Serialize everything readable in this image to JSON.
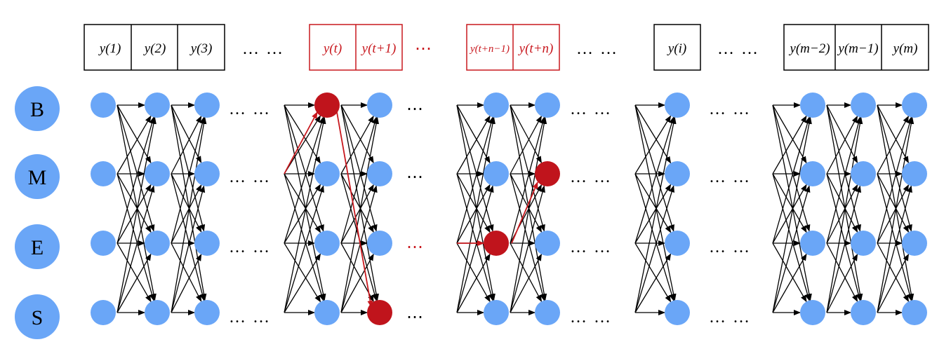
{
  "states": [
    "B",
    "M",
    "E",
    "S"
  ],
  "colors": {
    "node": "#6aa6f7",
    "highlight": "#c0141c",
    "edge": "#000000",
    "highlight_edge": "#c8181e"
  },
  "label_boxes": [
    {
      "cells": [
        "y(1)",
        "y(2)",
        "y(3)"
      ],
      "highlight": false
    },
    {
      "cells": [
        "y(t)",
        "y(t+1)"
      ],
      "highlight": true
    },
    {
      "cells": [
        "y(t+n−1)",
        "y(t+n)"
      ],
      "highlight": true
    },
    {
      "cells": [
        "y(i)"
      ],
      "highlight": false
    },
    {
      "cells": [
        "y(m−2)",
        "y(m−1)",
        "y(m)"
      ],
      "highlight": false
    }
  ],
  "ellipses": [
    {
      "text": "… …",
      "highlight": false
    },
    {
      "text": "⋯",
      "highlight": true
    },
    {
      "text": "… …",
      "highlight": false
    },
    {
      "text": "… …",
      "highlight": false
    }
  ],
  "row_ellipses": {
    "gap1": "… …",
    "gap2": "⋯",
    "gap3": "… …",
    "gap4": "… …"
  },
  "highlight_path": [
    {
      "column": "t",
      "state": "B"
    },
    {
      "column": "t+1",
      "state": "S"
    },
    {
      "column": "t+n-1",
      "state": "E"
    },
    {
      "column": "t+n",
      "state": "M"
    }
  ]
}
